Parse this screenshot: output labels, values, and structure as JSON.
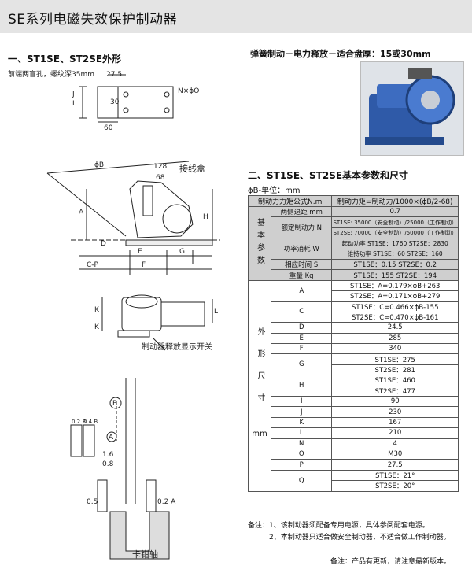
{
  "header": {
    "title": "SE系列电磁失效保护制动器"
  },
  "sections": {
    "outline": "一、ST1SE、ST2SE外形",
    "params": "二、ST1SE、ST2SE基本参数和尺寸",
    "unit": "ϕB-单位：mm"
  },
  "photo": {
    "caption": "弹簧制动－电力释放－适合盘厚：15或30mm"
  },
  "drawing_labels": {
    "hole_note": "前端两盲孔，螺纹深35mm",
    "dim_27_5": "27.5",
    "n_phi_o": "N×ϕO",
    "dim_60": "60",
    "dim_30": "30",
    "phi_b": "ϕB",
    "dim_128": "128",
    "dim_68": "68",
    "junction_box": "接线盒",
    "release_switch": "制动器释放显示开关",
    "caliper_shaft": "卡钳轴",
    "a": "A",
    "b": "B",
    "h": "H",
    "d": "D",
    "e": "E",
    "g": "G",
    "cp": "C-P",
    "f": "F",
    "k": "K",
    "l": "L",
    "i": "I",
    "j": "J",
    "tol_02b": "0.2 B",
    "tol_04b": "0.4 B",
    "tol_05": "0.5",
    "tol_02a": "0.2 A",
    "r16": "1.6",
    "r08": "0.8",
    "a_circle": "A",
    "b_circle": "B"
  },
  "table": {
    "rows": [
      {
        "group": "",
        "label": "制动力力矩公式N.m",
        "value": "制动力矩=制动力/1000×(ϕB/2-68)"
      },
      {
        "group": "基本参数",
        "label": "两侧退距 mm",
        "value": "0.7"
      },
      {
        "group": "基本参数",
        "label": "额定制动力 N",
        "value": "ST1SE: 35000（安全制动）/25000（工作制动）"
      },
      {
        "group": "基本参数",
        "label": "",
        "value": "ST2SE: 70000（安全制动）/50000（工作制动）"
      },
      {
        "group": "基本参数",
        "label": "功率消耗 W",
        "value": "起动功率 ST1SE：1760 ST2SE：2830"
      },
      {
        "group": "基本参数",
        "label": "",
        "value": "维持功率 ST1SE：60 ST2SE：160"
      },
      {
        "group": "基本参数",
        "label": "相应时间 S",
        "value": "ST1SE：0.15 ST2SE：0.2"
      },
      {
        "group": "基本参数",
        "label": "重量 Kg",
        "value": "ST1SE：155 ST2SE：194"
      }
    ],
    "group_basic": "基本参数",
    "group_dims": "外形尺寸",
    "group_dims_unit": "mm",
    "dims": [
      {
        "label": "A",
        "values": [
          "ST1SE：A=0.179×ϕB+263",
          "ST2SE：A=0.171×ϕB+279"
        ]
      },
      {
        "label": "C",
        "values": [
          "ST1SE：C=0.466×ϕB-155",
          "ST2SE：C=0.470×ϕB-161"
        ]
      },
      {
        "label": "D",
        "values": [
          "24.5"
        ]
      },
      {
        "label": "E",
        "values": [
          "285"
        ]
      },
      {
        "label": "F",
        "values": [
          "340"
        ]
      },
      {
        "label": "G",
        "values": [
          "ST1SE：275",
          "ST2SE：281"
        ]
      },
      {
        "label": "H",
        "values": [
          "ST1SE：460",
          "ST2SE：477"
        ]
      },
      {
        "label": "I",
        "values": [
          "90"
        ]
      },
      {
        "label": "J",
        "values": [
          "230"
        ]
      },
      {
        "label": "K",
        "values": [
          "167"
        ]
      },
      {
        "label": "L",
        "values": [
          "210"
        ]
      },
      {
        "label": "N",
        "values": [
          "4"
        ]
      },
      {
        "label": "O",
        "values": [
          "M30"
        ]
      },
      {
        "label": "P",
        "values": [
          "27.5"
        ]
      },
      {
        "label": "Q",
        "values": [
          "ST1SE：21°",
          "ST2SE：20°"
        ]
      }
    ]
  },
  "notes": {
    "n1": "备注：1、该制动器须配备专用电源，具体参阅配套电源。",
    "n2": "2、本制动器只适合做安全制动器，不适合做工作制动器。",
    "footer": "备注：产品有更新，请注意最新版本。"
  },
  "colors": {
    "header_bg": "#e4e4e4",
    "table_grey": "#cfcfcf",
    "photo_blue": "#2f5aa8"
  }
}
